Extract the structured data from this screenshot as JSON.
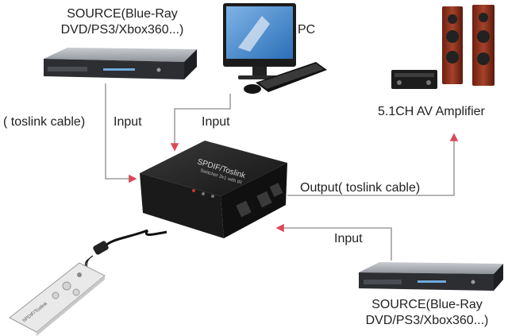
{
  "labels": {
    "source_top_line1": "SOURCE(Blue-Ray",
    "source_top_line2": "DVD/PS3/Xbox360...)",
    "pc": "PC",
    "amplifier": "5.1CH AV Amplifier",
    "cable_left": "( toslink cable)",
    "input_left": "Input",
    "input_top": "Input",
    "output": "Output( toslink cable)",
    "input_right": "Input",
    "source_bottom_line1": "SOURCE(Blue-Ray",
    "source_bottom_line2": "DVD/PS3/Xbox360...)"
  },
  "device": {
    "brand_line1": "SPDIF/Toslink",
    "brand_line2": "Switcher 3x1 with IR"
  },
  "remote": {
    "brand": "SPDIF/Toslink"
  },
  "colors": {
    "arrow": "#d9495a",
    "line": "#8a8a8a",
    "device": "#1e1e1e"
  }
}
